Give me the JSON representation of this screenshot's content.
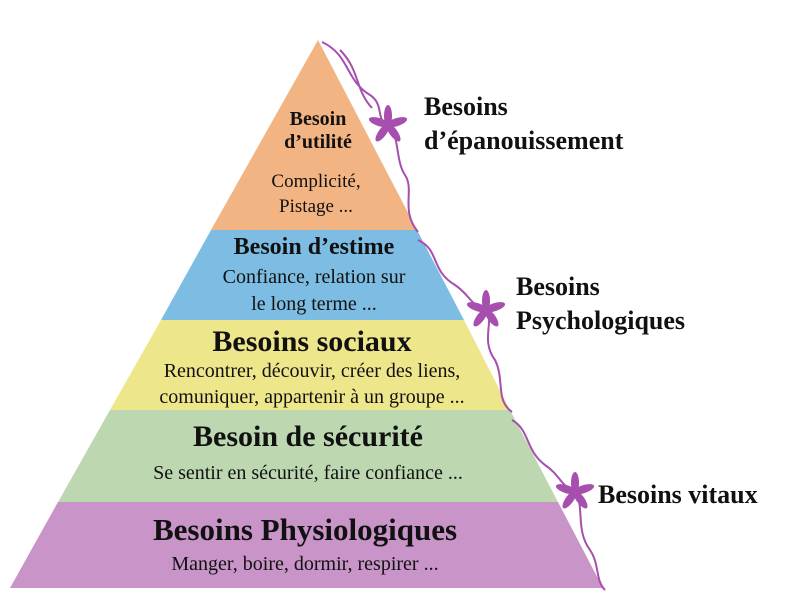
{
  "colors": {
    "level5": "#f2b482",
    "level4": "#7dbde3",
    "level3": "#eee68a",
    "level2": "#bdd8b0",
    "level1": "#c994c8",
    "vine": "#a64fae"
  },
  "levels": [
    {
      "title": "Besoin d’utilité",
      "title_line1": "Besoin",
      "title_line2": "d’utilité",
      "desc_line1": "Complicité,",
      "desc_line2": "Pistage ..."
    },
    {
      "title": "Besoin d’estime",
      "desc_line1": "Confiance, relation sur",
      "desc_line2": "le long terme ..."
    },
    {
      "title": "Besoins sociaux",
      "desc_line1": "Rencontrer, découvir, créer des liens,",
      "desc_line2": "comuniquer, appartenir à un groupe ..."
    },
    {
      "title": "Besoin de sécurité",
      "desc_line1": "Se sentir en sécurité, faire confiance ..."
    },
    {
      "title": "Besoins Physiologiques",
      "desc_line1": "Manger, boire, dormir, respirer ..."
    }
  ],
  "categories": [
    {
      "line1": "Besoins",
      "line2": "d’épanouissement"
    },
    {
      "line1": "Besoins",
      "line2": "Psychologiques"
    },
    {
      "line1": "Besoins vitaux"
    }
  ]
}
